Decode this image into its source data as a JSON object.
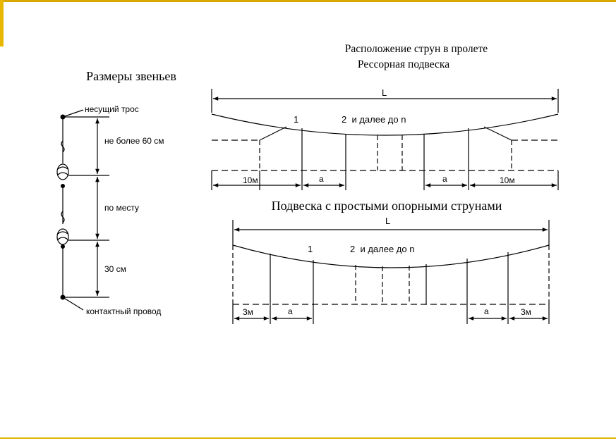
{
  "colors": {
    "accent": "#e0b400",
    "ink": "#000000",
    "background": "#ffffff"
  },
  "titles": {
    "main_line1": "Расположение струн в пролете",
    "main_line2": "Рессорная подвеска",
    "left_heading": "Размеры звеньев",
    "simple_heading": "Подвеска с простыми опорными струнами"
  },
  "links": {
    "carrier_label": "несущий трос",
    "upper_dim": "не более 60 см",
    "middle_dim": "по месту",
    "lower_dim": "30 см",
    "contact_label": "контактный провод"
  },
  "spring_diagram": {
    "span_label": "L",
    "dropper_1": "1",
    "dropper_2": "2  и далее до n",
    "left_end": "10м",
    "left_a": "а",
    "right_a": "а",
    "right_end": "10м"
  },
  "simple_diagram": {
    "span_label": "L",
    "dropper_1": "1",
    "dropper_2": "2  и далее до n",
    "left_end": "3м",
    "left_a": "а",
    "right_a": "а",
    "right_end": "3м"
  }
}
